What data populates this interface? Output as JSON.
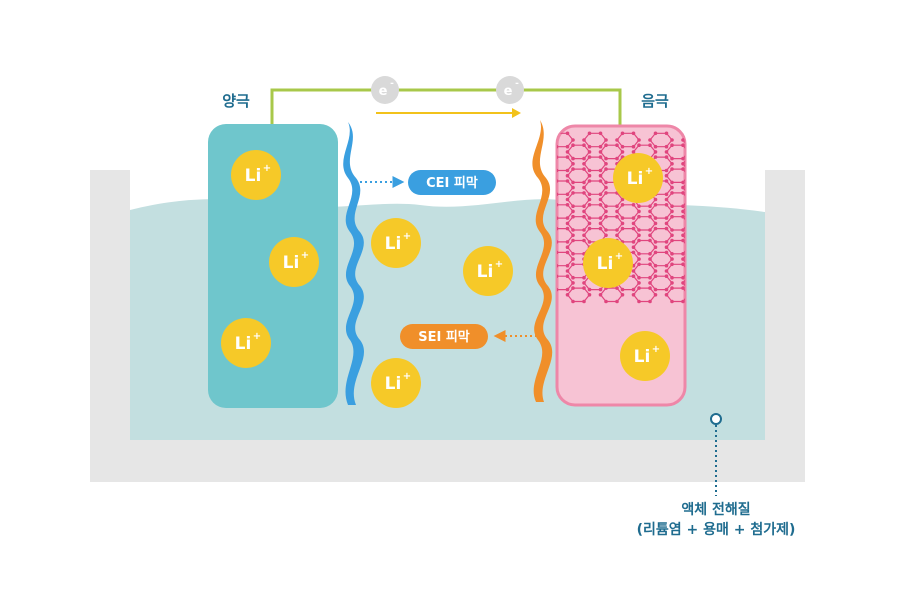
{
  "labels": {
    "cathode": "양극",
    "anode": "음극",
    "electron": "e",
    "electron_sup": "-",
    "cei": "CEI 피막",
    "sei": "SEI 피막",
    "electrolyte_line1": "액체 전해질",
    "electrolyte_line2": "(리튬염 + 용매 + 첨가제)"
  },
  "ion": {
    "symbol": "Li",
    "charge": "+"
  },
  "colors": {
    "circuit_wire": "#a8c84a",
    "electron_arrow": "#f2c21b",
    "cathode_fill": "#6fc6cc",
    "cathode_text": "#1f6c8f",
    "anode_fill": "#f7c3d4",
    "anode_border": "#ee87a8",
    "anode_lattice": "#e0457e",
    "cei_film": "#3a9fe0",
    "sei_film": "#f08f2a",
    "electrolyte": "#c3dfe0",
    "container": "#e6e6e6",
    "ion_fill": "#f6c928",
    "ion_text": "#ffffff",
    "electron_fill": "#d9d9d9"
  }
}
